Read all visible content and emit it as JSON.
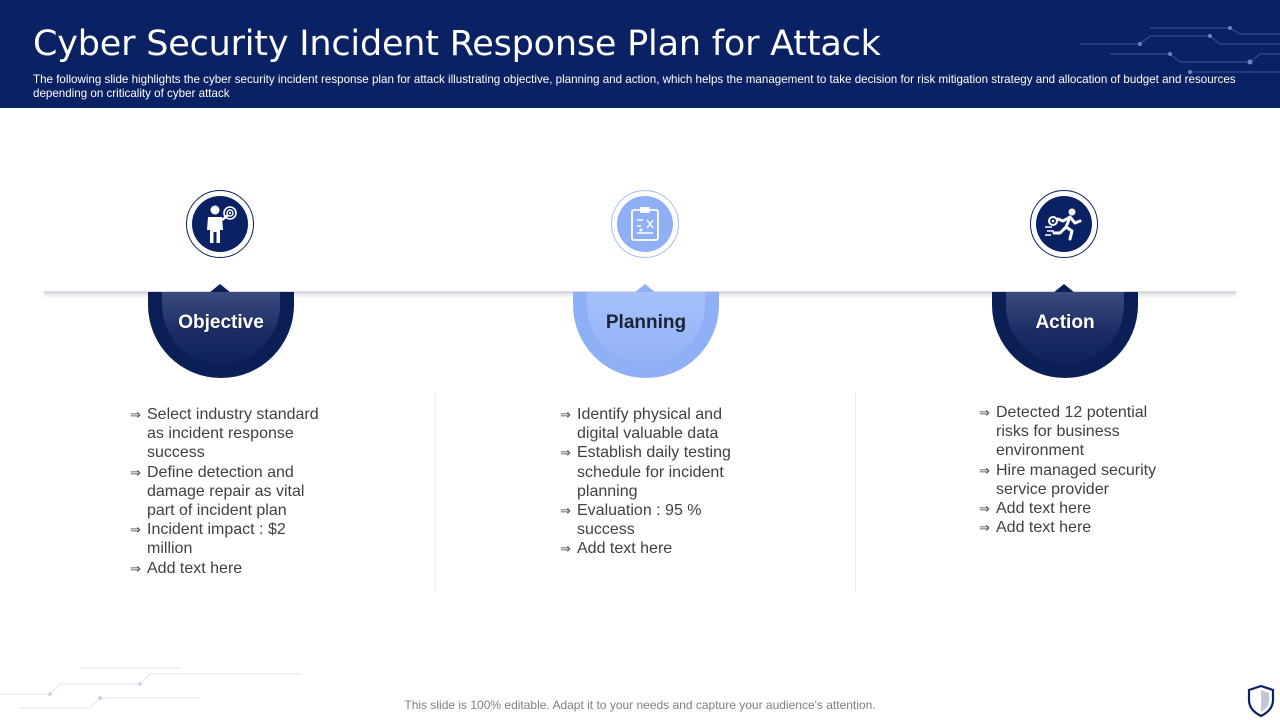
{
  "header": {
    "title": "Cyber Security Incident Response Plan for Attack",
    "subtitle": "The following slide highlights the cyber security incident response plan for attack illustrating objective, planning and action, which helps the management to take decision for risk mitigation strategy and allocation of budget and resources depending on criticality of cyber attack"
  },
  "colors": {
    "navy": "#0a2163",
    "light_blue": "#8fb0f6",
    "text": "#404040"
  },
  "stages": [
    {
      "label": "Objective",
      "icon": "businessman-target-icon",
      "bullets": [
        "Select industry standard as incident response success",
        "Define detection and damage repair as vital part of incident plan",
        "Incident impact : $2 million",
        "Add text here"
      ]
    },
    {
      "label": "Planning",
      "icon": "planning-board-icon",
      "bullets": [
        "Identify physical and digital valuable data",
        "Establish daily testing schedule for incident planning",
        "Evaluation : 95 % success",
        "Add text here"
      ]
    },
    {
      "label": "Action",
      "icon": "running-person-gear-icon",
      "bullets": [
        "Detected 12 potential risks for business environment",
        "Hire managed security service provider",
        "Add text here",
        "Add text here"
      ]
    }
  ],
  "footer": {
    "text": "This slide is 100% editable. Adapt it to your needs and capture your audience's attention."
  }
}
